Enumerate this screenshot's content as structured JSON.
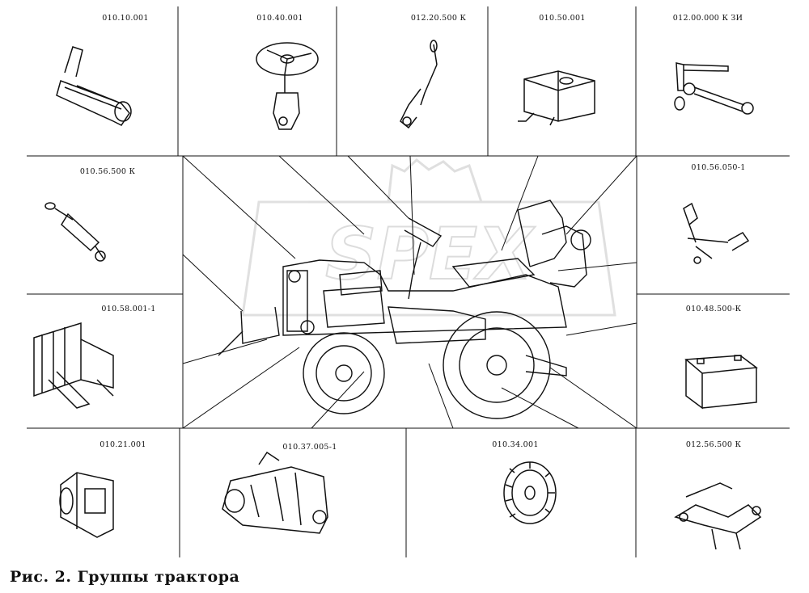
{
  "caption": "Рис. 2. Группы трактора",
  "watermark": "SPEX",
  "parts": [
    {
      "code": "010.10.001",
      "icon": "muffler-icon"
    },
    {
      "code": "010.40.001",
      "icon": "steering-wheel-icon"
    },
    {
      "code": "012.20.500 К",
      "icon": "gear-lever-icon"
    },
    {
      "code": "010.50.001",
      "icon": "fuel-tank-icon"
    },
    {
      "code": "012.00.000 К ЗИ",
      "icon": "tools-kit-icon"
    },
    {
      "code": "010.56.500 К",
      "icon": "hydraulic-cylinder-icon"
    },
    {
      "code": "010.56.050-1",
      "icon": "hydraulic-valve-icon"
    },
    {
      "code": "010.58.001-1",
      "icon": "frame-hitch-icon"
    },
    {
      "code": "010.48.500-К",
      "icon": "battery-icon"
    },
    {
      "code": "010.21.001",
      "icon": "clutch-housing-icon"
    },
    {
      "code": "010.37.005-1",
      "icon": "gearbox-icon"
    },
    {
      "code": "010.34.001",
      "icon": "wheel-icon"
    },
    {
      "code": "012.56.500 К",
      "icon": "rear-linkage-icon"
    }
  ]
}
